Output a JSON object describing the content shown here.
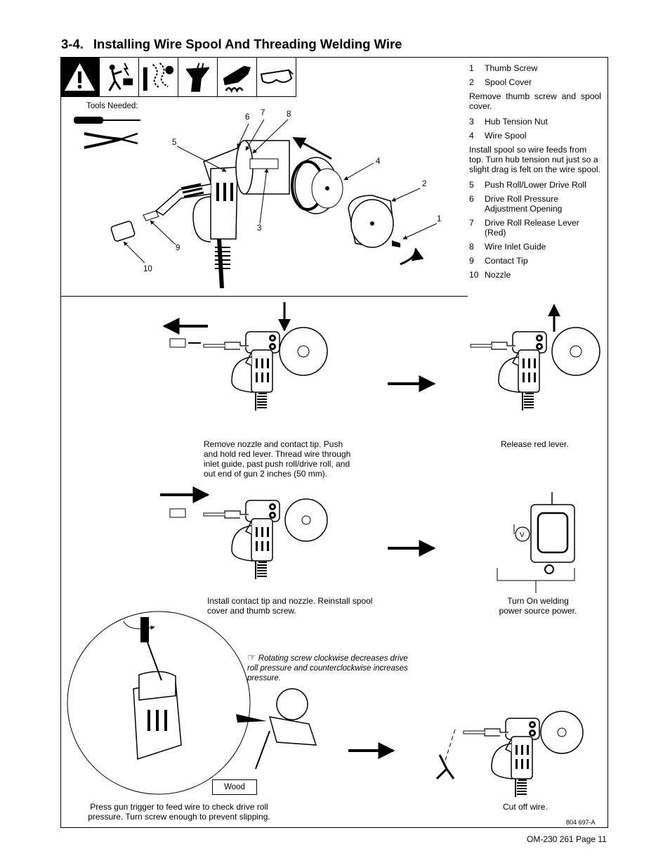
{
  "section": {
    "number": "3-4.",
    "title": "Installing Wire Spool And Threading Welding Wire"
  },
  "warning_icons": [
    "warning-triangle-icon",
    "electric-shock-icon",
    "fumes-icon",
    "hot-parts-icon",
    "burn-hand-icon",
    "safety-glasses-icon"
  ],
  "tools_label": "Tools Needed:",
  "legend": [
    {
      "n": "1",
      "text": "Thumb Screw"
    },
    {
      "n": "2",
      "text": "Spool Cover"
    },
    {
      "note": "Remove thumb screw and spool cover."
    },
    {
      "n": "3",
      "text": "Hub Tension Nut"
    },
    {
      "n": "4",
      "text": "Wire Spool"
    },
    {
      "note": "Install spool so wire feeds from top. Turn hub tension nut just so a slight drag is felt on the wire spool."
    },
    {
      "n": "5",
      "text": "Push Roll/Lower Drive Roll"
    },
    {
      "n": "6",
      "text": "Drive Roll Pressure Adjustment Opening"
    },
    {
      "n": "7",
      "text": "Drive Roll Release Lever (Red)"
    },
    {
      "n": "8",
      "text": "Wire Inlet Guide"
    },
    {
      "n": "9",
      "text": "Contact Tip"
    },
    {
      "n": "10",
      "text": "Nozzle"
    }
  ],
  "callouts": [
    "1",
    "2",
    "3",
    "4",
    "5",
    "6",
    "7",
    "8",
    "9",
    "10"
  ],
  "steps": {
    "step1": "Remove nozzle and contact tip. Push and hold red lever. Thread wire through inlet guide, past push roll/drive roll, and out end of gun 2 inches (50 mm).",
    "step2": "Release red lever.",
    "step3": "Install contact tip and nozzle. Reinstall spool cover and thumb screw.",
    "step4": "Turn On welding power source power.",
    "step5": "Press gun trigger to feed wire to check drive roll pressure. Turn screw enough to prevent slipping.",
    "step6": "Cut off wire."
  },
  "note": "Rotating screw clockwise decreases drive roll pressure and counterclockwise increases pressure.",
  "note_icon": "pointing-hand-icon",
  "wood_label": "Wood",
  "figure_code": "804 697-A",
  "footer": "OM-230 261 Page 11"
}
